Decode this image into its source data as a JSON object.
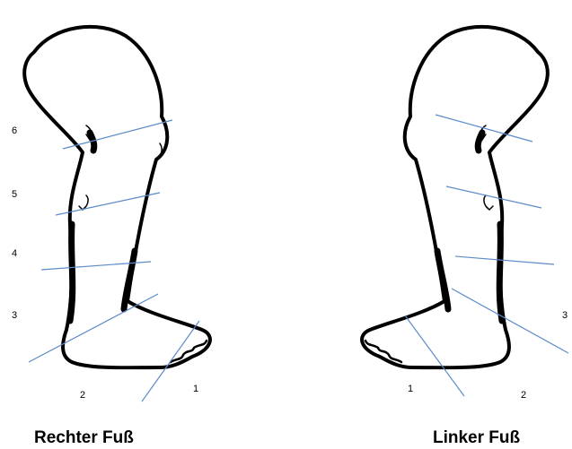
{
  "left_leg": {
    "title": "Rechter Fuß",
    "levels": [
      "1",
      "2",
      "3",
      "4",
      "5",
      "6"
    ]
  },
  "right_leg": {
    "title": "Linker Fuß",
    "levels": [
      "1",
      "2",
      "3"
    ]
  },
  "colors": {
    "outline": "#000000",
    "measure_line": "#5b8bc9",
    "background": "#ffffff"
  }
}
